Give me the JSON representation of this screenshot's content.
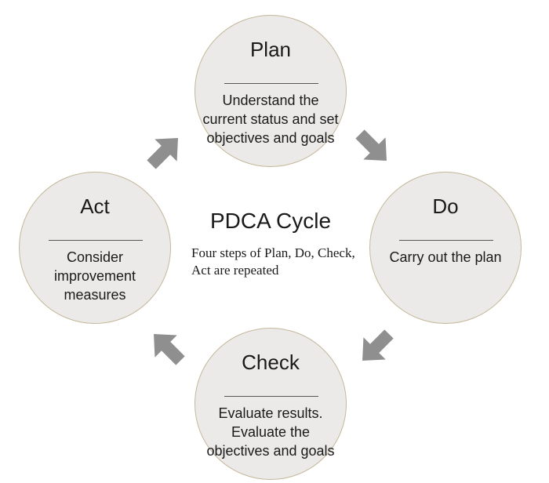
{
  "center": {
    "title": "PDCA Cycle",
    "description": "Four steps of Plan, Do, Check, Act are repeated"
  },
  "steps": [
    {
      "title": "Plan",
      "description": "Understand the current status and set objectives and goals"
    },
    {
      "title": "Do",
      "description": "Carry out the plan"
    },
    {
      "title": "Check",
      "description": "Evaluate results. Evaluate the objectives and goals"
    },
    {
      "title": "Act",
      "description": "Consider improvement measures"
    }
  ],
  "colors": {
    "circle_fill": "#ebeae8",
    "circle_border": "#c4b89a",
    "arrow": "#8f8f8f",
    "text": "#1a1a1a"
  },
  "icons": {
    "flow_arrow": "thick-arrow-icon"
  }
}
